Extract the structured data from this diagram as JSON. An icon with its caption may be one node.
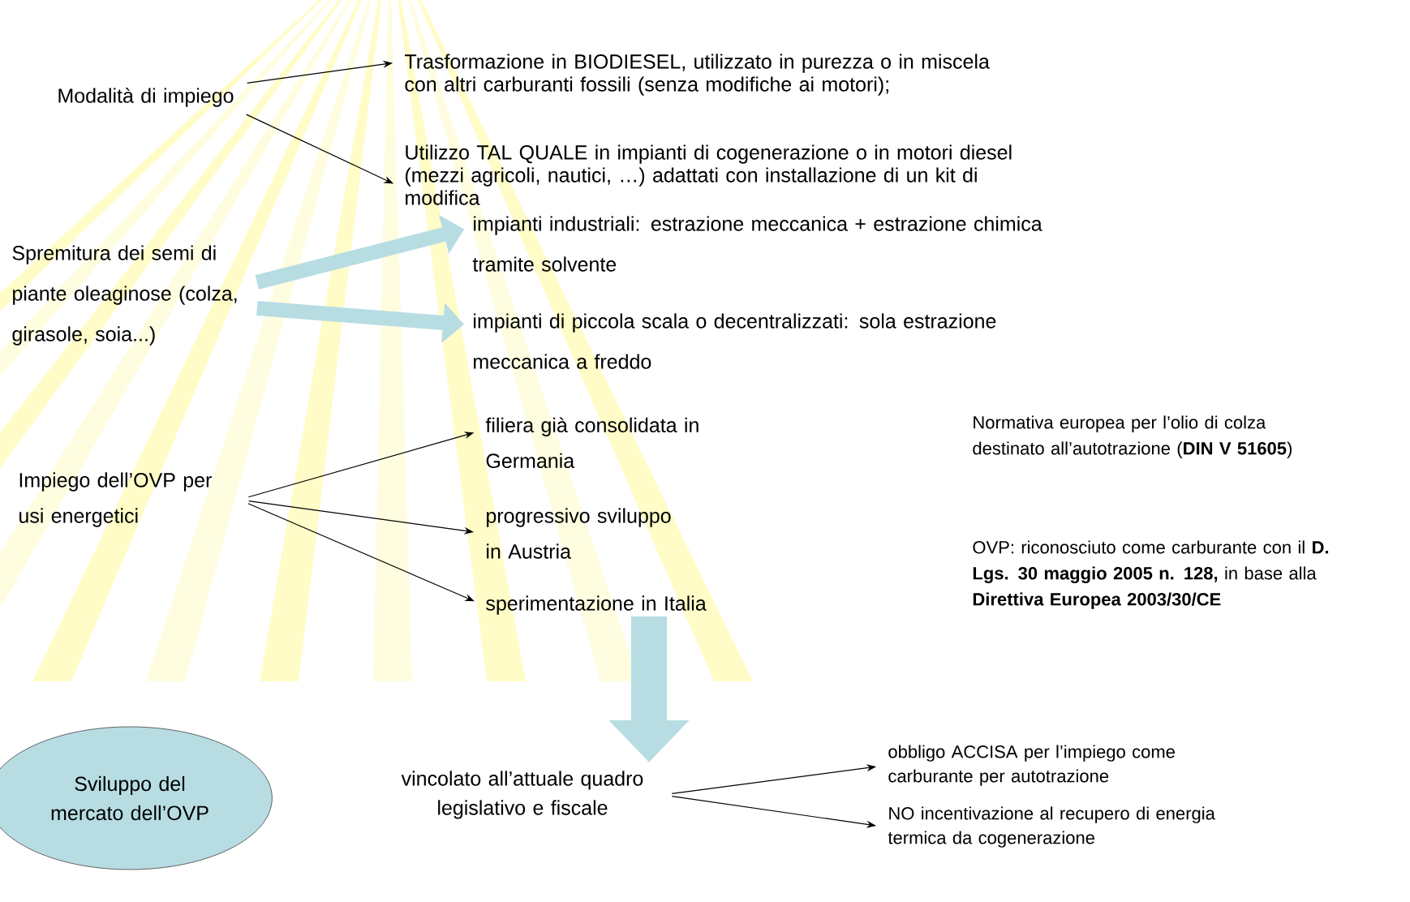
{
  "diagram": {
    "nodes": [
      {
        "text": [
          "Modalità di impiego"
        ]
      },
      {
        "text": [
          "Trasformazione in BIODIESEL, utilizzato in purezza o in miscela con altri carburanti fossili (senza modifiche ai motori);"
        ]
      },
      {
        "text": [
          "Utilizzo TAL QUALE in impianti di cogenerazione o in motori diesel (mezzi agricoli, nautici, …) adattati con installazione di un kit di modifica"
        ]
      },
      {
        "text": [
          "Spremitura dei semi di piante oleaginose (colza, girasole, soia...)"
        ]
      },
      {
        "text": [
          "impianti industriali: estrazione meccanica + estrazione chimica tramite solvente"
        ]
      },
      {
        "text": [
          "impianti di piccola scala o decentralizzati: sola estrazione meccanica a freddo"
        ]
      },
      {
        "text": [
          "Impiego dell’OVP per usi energetici"
        ]
      },
      {
        "text": [
          "filiera già consolidata in Germania"
        ]
      },
      {
        "text": [
          "progressivo sviluppo in Austria"
        ]
      },
      {
        "text": [
          "sperimentazione in Italia"
        ]
      },
      {
        "text": [
          "Sviluppo del mercato dell’OVP"
        ]
      },
      {
        "text": [
          "vincolato all’attuale quadro legislativo e fiscale"
        ]
      },
      {
        "text": [
          "obbligo ACCISA per l’impiego come carburante per autotrazione"
        ]
      },
      {
        "text": [
          "NO incentivazione al recupero di energia termica da cogenerazione"
        ]
      }
    ],
    "edges": [
      {
        "from": 0,
        "to": 1,
        "arrow": "to"
      },
      {
        "from": 0,
        "to": 2,
        "arrow": "to"
      },
      {
        "from": 3,
        "to": 4,
        "arrow": "to",
        "style": "thick",
        "color": "#b7dde3"
      },
      {
        "from": 3,
        "to": 5,
        "arrow": "to",
        "style": "thick",
        "color": "#b7dde3"
      },
      {
        "from": 6,
        "to": 7,
        "arrow": "to"
      },
      {
        "from": 6,
        "to": 8,
        "arrow": "to"
      },
      {
        "from": 6,
        "to": 9,
        "arrow": "to"
      },
      {
        "from": 9,
        "to": 11,
        "arrow": "to",
        "style": "thick",
        "color": "#b7dde3"
      },
      {
        "from": 11,
        "to": 12,
        "arrow": "to"
      },
      {
        "from": 11,
        "to": 13,
        "arrow": "to"
      }
    ],
    "labels": [
      "Normativa europea  per l’olio di colza destinato all’autotrazione (**DIN V 51605**)",
      "OVP: riconosciuto come carburante con il **D. Lgs. 30 maggio 2005 n. 128,** in base alla **Direttiva Europea 2003/30/CE**"
    ]
  }
}
